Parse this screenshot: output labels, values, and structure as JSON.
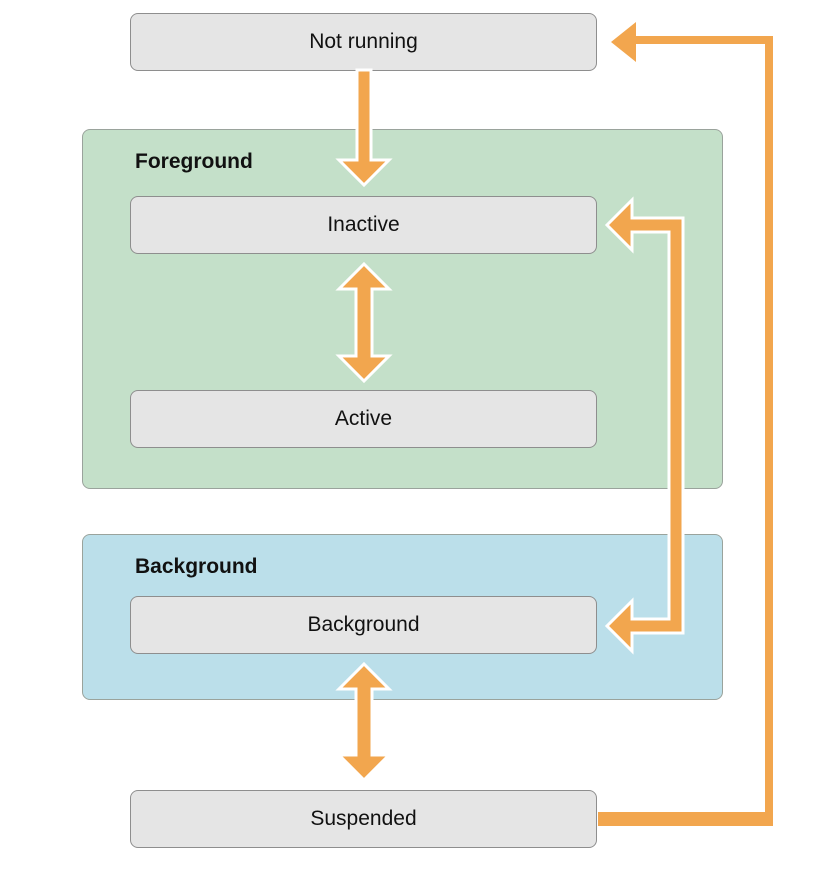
{
  "colors": {
    "arrow": "#f2a64e",
    "arrow_outline": "#ffffff",
    "state_fill": "#e5e5e5",
    "state_border": "#8e8e8e",
    "foreground_fill": "#c4e0c9",
    "background_fill": "#bbdfea"
  },
  "groups": {
    "foreground": {
      "title": "Foreground"
    },
    "background": {
      "title": "Background"
    }
  },
  "states": {
    "not_running": "Not running",
    "inactive": "Inactive",
    "active": "Active",
    "background": "Background",
    "suspended": "Suspended"
  }
}
